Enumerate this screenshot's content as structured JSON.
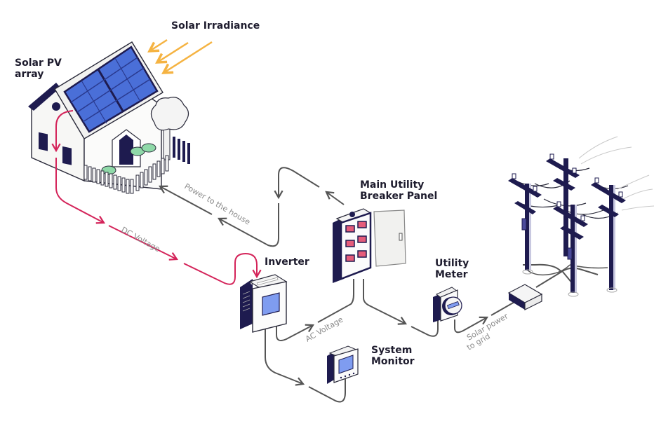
{
  "labels": {
    "solar_irradiance": "Solar Irradiance",
    "pv_array_line1": "Solar PV",
    "pv_array_line2": "array",
    "inverter": "Inverter",
    "breaker_line1": "Main Utility",
    "breaker_line2": "Breaker Panel",
    "meter_line1": "Utility",
    "meter_line2": "Meter",
    "monitor_line1": "System",
    "monitor_line2": "Monitor"
  },
  "flows": {
    "dc_voltage": "DC Voltage",
    "power_to_house": "Power to the house",
    "ac_voltage": "AC Voltage",
    "solar_to_grid_line1": "Solar power",
    "solar_to_grid_line2": "to grid"
  },
  "colors": {
    "dc_line": "#d4245a",
    "ac_line": "#555555",
    "sun_rays": "#f5b342",
    "panel_blue": "#4a6fd8",
    "navy": "#1e1b4f",
    "screen": "#7f9cf0"
  }
}
